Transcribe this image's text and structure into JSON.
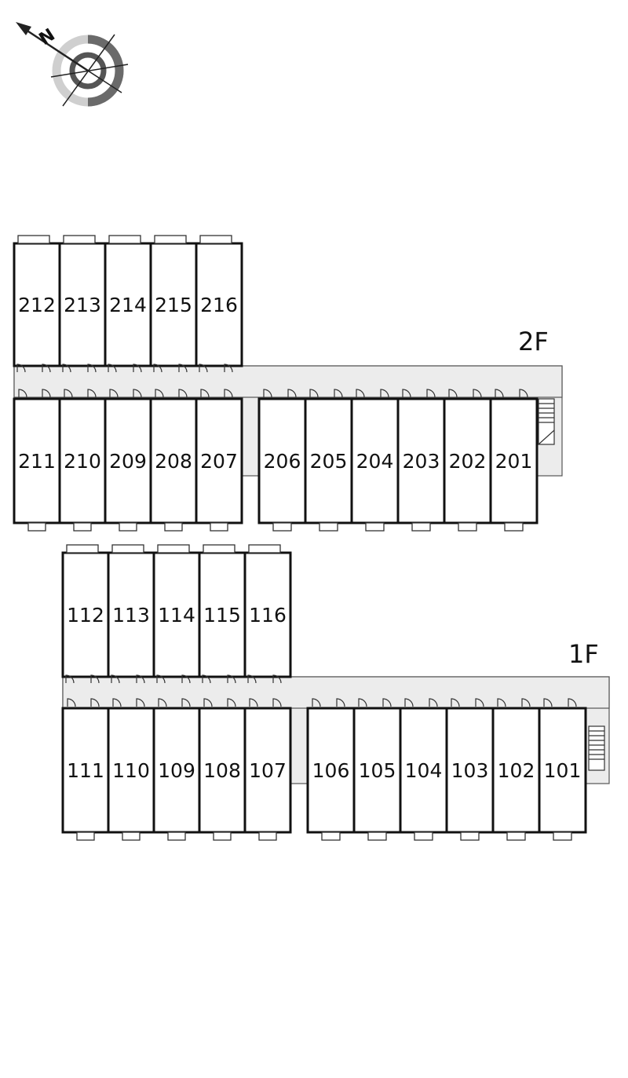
{
  "compass": {
    "north_label": "N"
  },
  "floors": [
    {
      "label": "2F",
      "upper_row": [
        "212",
        "213",
        "214",
        "215",
        "216"
      ],
      "lower_left": [
        "211",
        "210",
        "209",
        "208",
        "207"
      ],
      "lower_right": [
        "206",
        "205",
        "204",
        "203",
        "202",
        "201"
      ]
    },
    {
      "label": "1F",
      "upper_row": [
        "112",
        "113",
        "114",
        "115",
        "116"
      ],
      "lower_left": [
        "111",
        "110",
        "109",
        "108",
        "107"
      ],
      "lower_right": [
        "106",
        "105",
        "104",
        "103",
        "102",
        "101"
      ]
    }
  ]
}
